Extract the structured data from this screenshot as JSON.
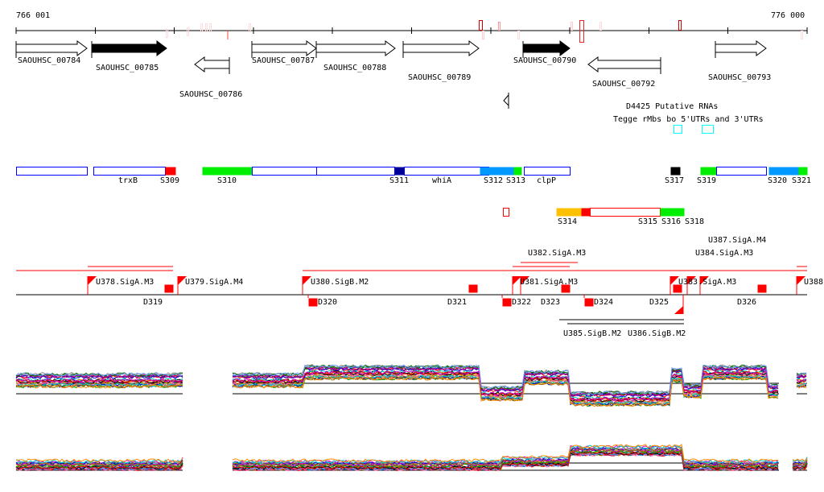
{
  "coords": {
    "start": "766 001",
    "end": "776 000"
  },
  "genes": [
    {
      "name": "SAOUHSC_00784",
      "strand": "+",
      "fill": "#ffffff"
    },
    {
      "name": "SAOUHSC_00785",
      "strand": "+",
      "fill": "#000000"
    },
    {
      "name": "SAOUHSC_00786",
      "strand": "-",
      "fill": "#ffffff"
    },
    {
      "name": "SAOUHSC_00787",
      "strand": "+",
      "fill": "#ffffff"
    },
    {
      "name": "SAOUHSC_00788",
      "strand": "+",
      "fill": "#ffffff"
    },
    {
      "name": "SAOUHSC_00789",
      "strand": "+",
      "fill": "#ffffff"
    },
    {
      "name": "SAOUHSC_00790",
      "strand": "+",
      "fill": "#000000"
    },
    {
      "name": "SAOUHSC_00792",
      "strand": "-",
      "fill": "#ffffff"
    },
    {
      "name": "SAOUHSC_00793",
      "strand": "+",
      "fill": "#ffffff"
    }
  ],
  "annotation_labels": [
    "Tegge rMbs bo 5'UTRs and 3'UTRs",
    "D4425 Putative RNAs"
  ],
  "segments_row1": [
    "trxB",
    "S309",
    "S310",
    "S311",
    "whiA",
    "S312",
    "S313",
    "clpP",
    "S317",
    "S319",
    "S320",
    "S321"
  ],
  "segments_row2": [
    "S314",
    "S315",
    "S316",
    "S318"
  ],
  "promoters": {
    "up": [
      "U378.SigA.M3",
      "U379.SigA.M4",
      "U380.SigB.M2",
      "U381.SigA.M3",
      "U382.SigA.M3",
      "U383.SigA.M3",
      "U384.SigA.M3",
      "U385.SigB.M2",
      "U386.SigB.M2",
      "U387.SigA.M4",
      "U388"
    ],
    "down": [
      "D319",
      "D320",
      "D321",
      "D322",
      "D323",
      "D324",
      "D325",
      "D326"
    ]
  },
  "colors": {
    "red": "#ff0000",
    "green": "#00ee00",
    "blue": "#0099ff",
    "navy": "#000099",
    "orange": "#ffc000",
    "cyan": "#00ffff",
    "outline": "#0000ff"
  }
}
